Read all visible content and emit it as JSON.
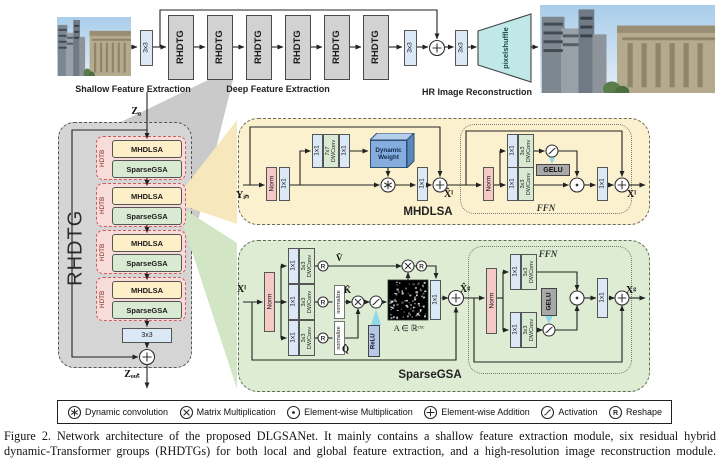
{
  "top_row": {
    "conv3x3": "3x3",
    "rhdtg_blocks": [
      "RHDTG",
      "RHDTG",
      "RHDTG",
      "RHDTG",
      "RHDTG",
      "RHDTG"
    ],
    "pixelshuffle": "pixelshuffle",
    "labels": {
      "shallow": "Shallow Feature Extraction",
      "deep": "Deep Feature Extraction",
      "hr": "HR Image Reconstruction"
    }
  },
  "rhdtg_panel": {
    "title": "RHDTG",
    "input": "Z₀",
    "output": "Zₒᵤₜ",
    "hdtb": "HDTB",
    "mhdlsa": "MHDLSA",
    "sparsegsa": "SparseGSA",
    "conv3x3": "3x3"
  },
  "mhdlsa_panel": {
    "title": "MHDLSA",
    "input": "Yᵢₙ",
    "norm": "Norm",
    "conv1x1": "1x1",
    "dwconv7_line1": "7x7",
    "dwconv7_line2": "DWConv",
    "dyn_weight_line1": "Dynamic",
    "dyn_weight_line2": "Weight",
    "mid_out": "X̂ˡ",
    "output": "Xˡ",
    "ffn": {
      "title": "FFN",
      "norm": "Norm",
      "conv1x1": "1x1",
      "dwconv_line1": "3x3",
      "dwconv_line2": "DWConv",
      "gelu": "GELU"
    }
  },
  "sparsegsa_panel": {
    "title": "SparseGSA",
    "input": "Xˡ",
    "norm": "Norm",
    "conv1x1": "1x1",
    "dwconv_line1": "3x3",
    "dwconv_line2": "DWConv",
    "normalize": "normalize",
    "v": "V̂",
    "k": "K̂",
    "q": "Q̂",
    "relu": "ReLU",
    "matrix_label": "A ∈ ℝᶜˣᶜ",
    "mid_out": "X̂ᵍ",
    "output": "Xᵍ",
    "ffn": {
      "title": "FFN",
      "norm": "Norm",
      "conv1x1": "1x1",
      "dwconv_line1": "3x3",
      "dwconv_line2": "DWConv",
      "gelu": "GELU"
    }
  },
  "symbols": {
    "reshape": "R"
  },
  "legend": {
    "items": [
      {
        "symbol": "dynamic-convolution",
        "label": "Dynamic convolution"
      },
      {
        "symbol": "matrix-multiplication",
        "label": "Matrix Multiplication"
      },
      {
        "symbol": "elementwise-multiplication",
        "label": "Element-wise Multiplication"
      },
      {
        "symbol": "elementwise-addition",
        "label": "Element-wise Addition"
      },
      {
        "symbol": "activation",
        "label": "Activation"
      },
      {
        "symbol": "reshape",
        "label": "Reshape"
      }
    ]
  },
  "caption": {
    "lines": [
      "Figure 2. Network architecture of the proposed DLGSANet. It mainly contains a shallow feature extraction module, six residual hybrid",
      "dynamic-Transformer groups (RHDTGs) for both local and global feature extraction, and a high-resolution image reconstruction module."
    ]
  },
  "colors": {
    "accent_yellow_panel": "#fcf1cf",
    "accent_green_panel": "#deecd4",
    "conv_blue": "#dbe8f6",
    "dwconv_green": "#d9ead3",
    "norm_pink": "#f4c9c6",
    "pixelshuffle_cyan": "#bfe8e6",
    "dynamic_weight_blue": "#85aede",
    "callout_cyan": "#8fd9e8"
  }
}
